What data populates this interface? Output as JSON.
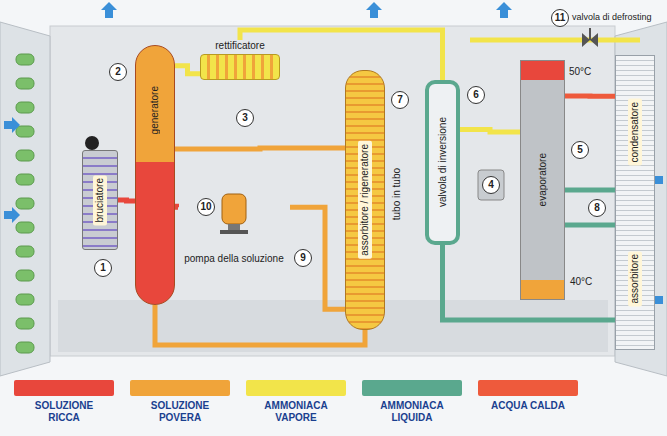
{
  "diagram": {
    "nodes": [
      {
        "text": [
          "bruciatore"
        ]
      },
      {
        "text": [
          "generatore"
        ]
      },
      {
        "text": [
          "rettificatore"
        ]
      },
      {
        "text": [
          "assorbitore / rigeneratore"
        ]
      },
      {
        "text": [
          "valvola di inversione"
        ]
      },
      {
        "text": [
          "pompa della soluzione"
        ]
      },
      {
        "text": [
          "evaporatore"
        ]
      },
      {
        "text": [
          "condensatore",
          "assorbitore"
        ]
      }
    ],
    "edges": [
      {
        "from": 1,
        "to": 2,
        "arrow": "none"
      },
      {
        "from": 2,
        "to": 4,
        "arrow": "none"
      },
      {
        "from": 1,
        "to": 3,
        "arrow": "none"
      },
      {
        "from": 3,
        "to": 5,
        "arrow": "none"
      },
      {
        "from": 5,
        "to": 1,
        "arrow": "none"
      },
      {
        "from": 4,
        "to": 6,
        "arrow": "none"
      },
      {
        "from": 6,
        "to": 7,
        "arrow": "none"
      },
      {
        "from": 4,
        "to": 7,
        "arrow": "none"
      },
      {
        "from": 0,
        "to": 1,
        "arrow": "none"
      }
    ],
    "labels": [
      "11",
      "valvola di defrosting",
      "2",
      "3",
      "7",
      "6",
      "50°C",
      "5",
      "tubo in tubo",
      "4",
      "8",
      "40°C",
      "10",
      "9",
      "1"
    ],
    "legend": [
      {
        "text": "SOLUZIONE RICCA",
        "color": "#e8473c"
      },
      {
        "text": "SOLUZIONE POVERA",
        "color": "#f0a43a"
      },
      {
        "text": "AMMONIACA VAPORE",
        "color": "#f2e44a"
      },
      {
        "text": "AMMONIACA LIQUIDA",
        "color": "#5aa88e"
      },
      {
        "text": "ACQUA CALDA",
        "color": "#ee5a3c"
      }
    ]
  }
}
